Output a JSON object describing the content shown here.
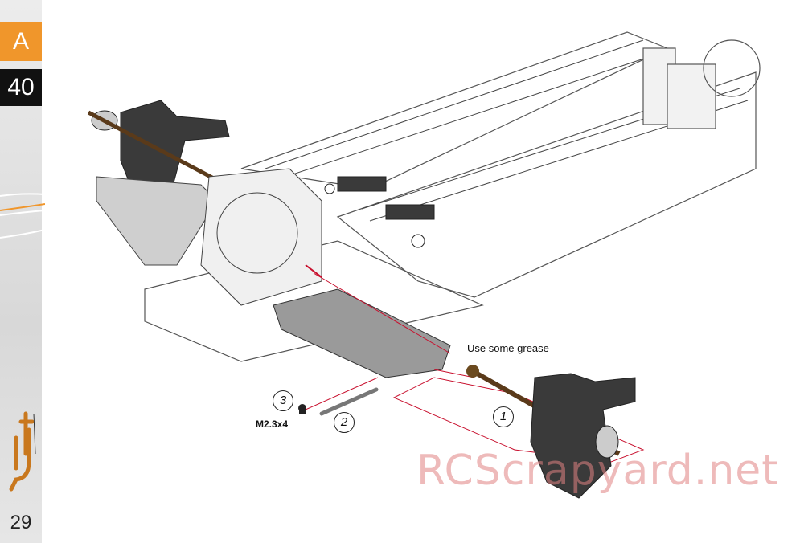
{
  "sidebar": {
    "section_letter": "A",
    "step_number": "40",
    "page_number": "29",
    "logo_icon": "serpent-team-edition-logo",
    "accent_color": "#f0962b"
  },
  "diagram": {
    "grease_note": "Use some grease",
    "screw_label": "M2.3x4",
    "part_1": "1",
    "part_2": "2",
    "part_3": "3",
    "callout_color": "#c8102e"
  },
  "watermark": "RCScrapyard.net"
}
